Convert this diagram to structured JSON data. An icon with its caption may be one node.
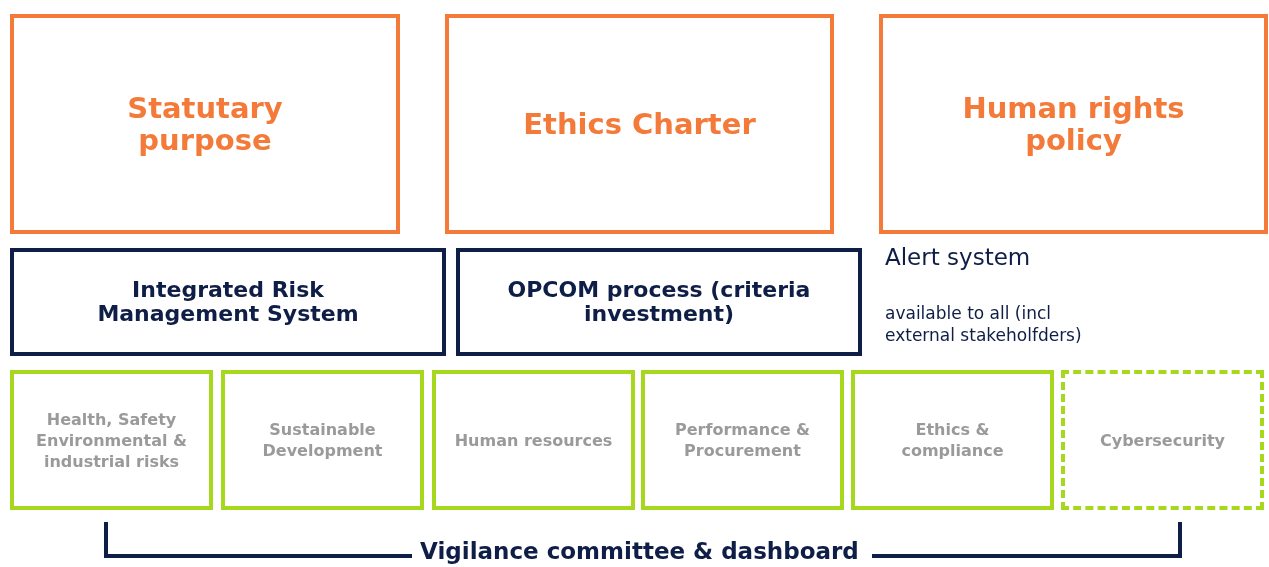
{
  "diagram": {
    "nodes": [
      {
        "text": [
          "Statutary purpose"
        ]
      },
      {
        "text": [
          "Ethics Charter"
        ]
      },
      {
        "text": [
          "Human rights policy"
        ]
      },
      {
        "text": [
          "Integrated Risk Management System"
        ]
      },
      {
        "text": [
          "OPCOM process (criteria investment)"
        ]
      },
      {
        "text": [
          "Health, Safety Environmental & industrial risks"
        ]
      },
      {
        "text": [
          "Sustainable Development"
        ]
      },
      {
        "text": [
          "Human resources"
        ]
      },
      {
        "text": [
          "Performance & Procurement"
        ]
      },
      {
        "text": [
          "Ethics & compliance"
        ]
      },
      {
        "text": [
          "Cybersecurity"
        ]
      }
    ],
    "edges": [],
    "labels": [
      "Alert system",
      "available to all (incl external stakeholfders)",
      "Vigilance committee & dashboard"
    ]
  }
}
